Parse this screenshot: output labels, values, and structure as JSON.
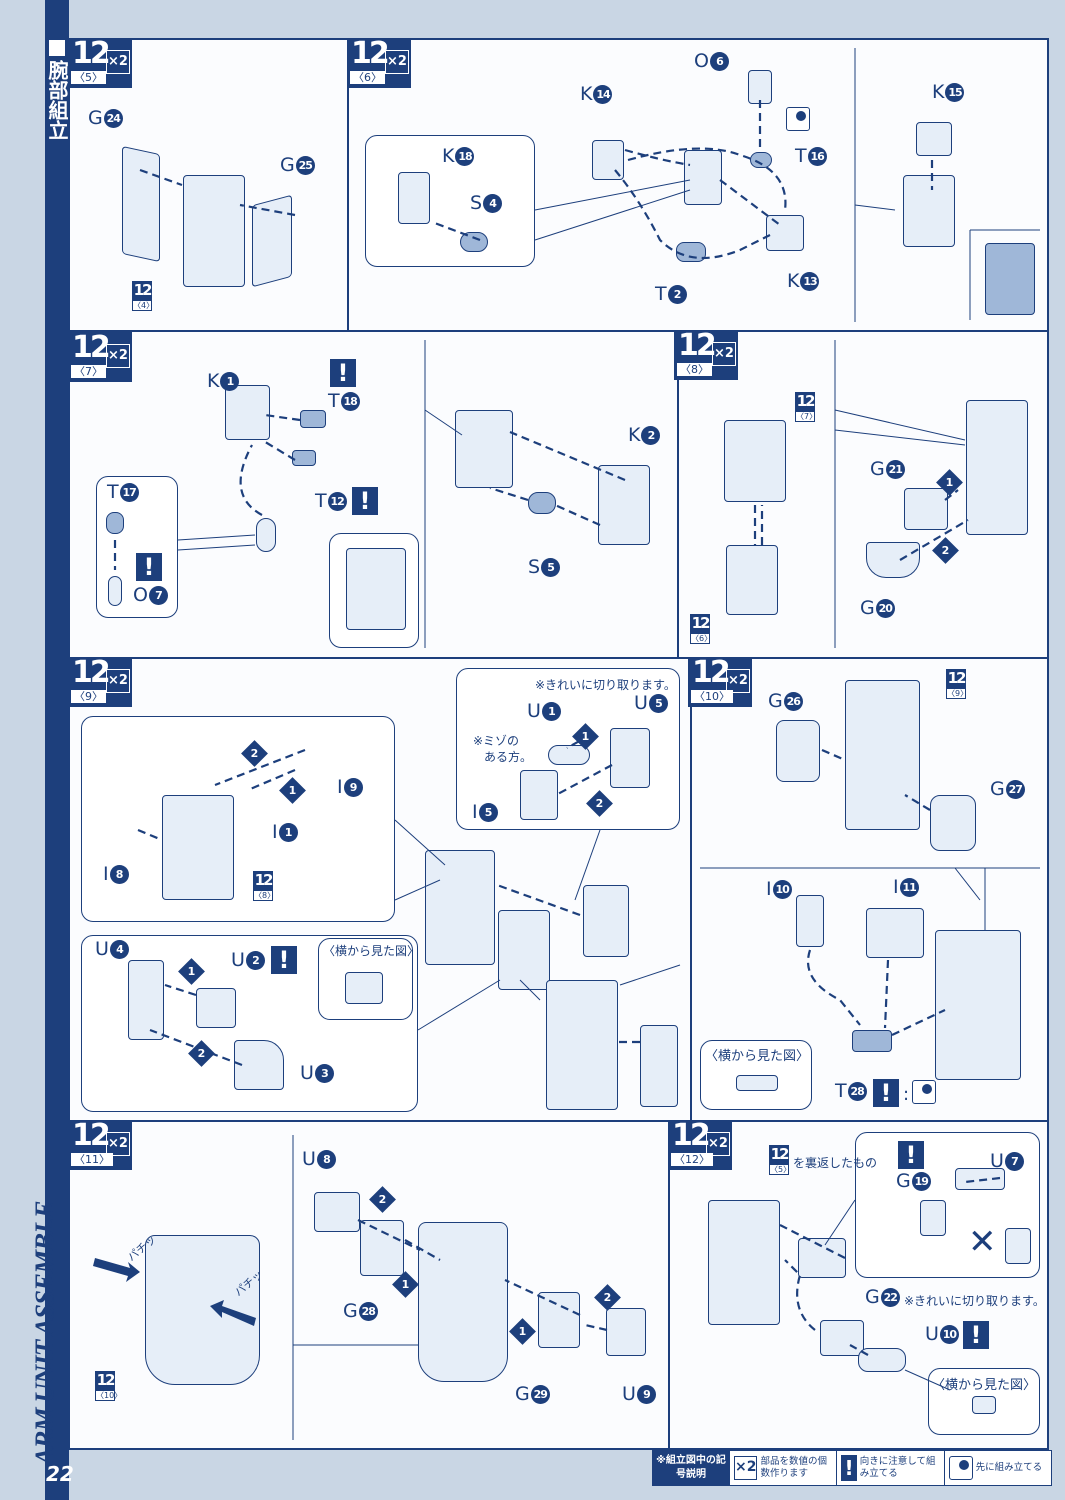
{
  "sidebar": {
    "title": "腕部組立",
    "english": "ARM UNIT ASSEMBLE",
    "page": "22"
  },
  "steps": {
    "s5": {
      "n": "12",
      "sub": "〈5〉",
      "mult": "×2"
    },
    "s6": {
      "n": "12",
      "sub": "〈6〉",
      "mult": "×2"
    },
    "s7": {
      "n": "12",
      "sub": "〈7〉",
      "mult": "×2"
    },
    "s8": {
      "n": "12",
      "sub": "〈8〉",
      "mult": "×2"
    },
    "s9": {
      "n": "12",
      "sub": "〈9〉",
      "mult": "×2"
    },
    "s10": {
      "n": "12",
      "sub": "〈10〉",
      "mult": "×2"
    },
    "s11": {
      "n": "12",
      "sub": "〈11〉",
      "mult": "×2"
    },
    "s12": {
      "n": "12",
      "sub": "〈12〉",
      "mult": "×2"
    }
  },
  "refs": {
    "r4": {
      "n": "12",
      "sub": "〈4〉"
    },
    "r7": {
      "n": "12",
      "sub": "〈7〉"
    },
    "r6": {
      "n": "12",
      "sub": "〈6〉"
    },
    "r8": {
      "n": "12",
      "sub": "〈8〉"
    },
    "r9": {
      "n": "12",
      "sub": "〈9〉"
    },
    "r10": {
      "n": "12",
      "sub": "〈10〉"
    },
    "r5": {
      "n": "12",
      "sub": "〈5〉"
    }
  },
  "parts": {
    "G24": {
      "l": "G",
      "n": "24"
    },
    "G25": {
      "l": "G",
      "n": "25"
    },
    "K18": {
      "l": "K",
      "n": "18"
    },
    "S4": {
      "l": "S",
      "n": "4"
    },
    "K14": {
      "l": "K",
      "n": "14"
    },
    "O6": {
      "l": "O",
      "n": "6"
    },
    "T16": {
      "l": "T",
      "n": "16"
    },
    "T2": {
      "l": "T",
      "n": "2"
    },
    "K13": {
      "l": "K",
      "n": "13"
    },
    "K15": {
      "l": "K",
      "n": "15"
    },
    "K1": {
      "l": "K",
      "n": "1"
    },
    "T18": {
      "l": "T",
      "n": "18"
    },
    "T12": {
      "l": "T",
      "n": "12"
    },
    "T17": {
      "l": "T",
      "n": "17"
    },
    "O7": {
      "l": "O",
      "n": "7"
    },
    "K2": {
      "l": "K",
      "n": "2"
    },
    "S5": {
      "l": "S",
      "n": "5"
    },
    "G21": {
      "l": "G",
      "n": "21"
    },
    "G20": {
      "l": "G",
      "n": "20"
    },
    "I9": {
      "l": "I",
      "n": "9"
    },
    "I1": {
      "l": "I",
      "n": "1"
    },
    "I8": {
      "l": "I",
      "n": "8"
    },
    "U4": {
      "l": "U",
      "n": "4"
    },
    "U2": {
      "l": "U",
      "n": "2"
    },
    "U3": {
      "l": "U",
      "n": "3"
    },
    "U1": {
      "l": "U",
      "n": "1"
    },
    "U5": {
      "l": "U",
      "n": "5"
    },
    "I5": {
      "l": "I",
      "n": "5"
    },
    "G26": {
      "l": "G",
      "n": "26"
    },
    "G27": {
      "l": "G",
      "n": "27"
    },
    "I10": {
      "l": "I",
      "n": "10"
    },
    "I11": {
      "l": "I",
      "n": "11"
    },
    "T28": {
      "l": "T",
      "n": "28"
    },
    "U8": {
      "l": "U",
      "n": "8"
    },
    "G28": {
      "l": "G",
      "n": "28"
    },
    "G29": {
      "l": "G",
      "n": "29"
    },
    "U9": {
      "l": "U",
      "n": "9"
    },
    "U7": {
      "l": "U",
      "n": "7"
    },
    "G19": {
      "l": "G",
      "n": "19"
    },
    "G22": {
      "l": "G",
      "n": "22"
    },
    "U10": {
      "l": "U",
      "n": "10"
    }
  },
  "notes": {
    "cut_clean": "※きれいに切り取ります。",
    "groove_1": "※ミゾの",
    "groove_2": "ある方。",
    "side_view": "〈横から見た図〉",
    "flipped": "を裏返したもの",
    "colon": ":",
    "snap1": "パチッ",
    "snap2": "パチッ",
    "wrong": "✕",
    "warn": "!",
    "order1": "1",
    "order2": "2"
  },
  "legend": {
    "header": "※組立図中の記号説明",
    "mult_icon": "×2",
    "mult_text": "部品を数値の個数作ります",
    "warn_icon": "!",
    "warn_text": "向きに注意して組み立てる",
    "pre_text": "先に組み立てる"
  },
  "colors": {
    "navy": "#1d3f7c",
    "background": "#c9d6e4",
    "panel": "#fbfcfe"
  }
}
